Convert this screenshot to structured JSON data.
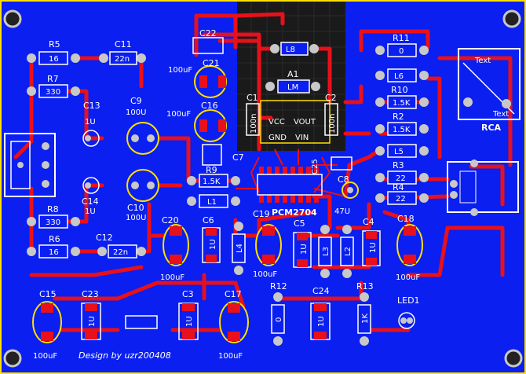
{
  "board": {
    "background": "#0a1ff0",
    "copper_color": "#e8101a",
    "silkscreen_color": "#ffffff",
    "pad_color": "#c8c8c8",
    "chip_label": "PCM2704",
    "credit": "Design by uzr200408",
    "rca_label": "RCA",
    "top_tab_left": "Text",
    "top_tab_right": "Text"
  },
  "parts": {
    "r5": {
      "ref": "R5",
      "val": "16"
    },
    "r7": {
      "ref": "R7",
      "val": "330"
    },
    "r8": {
      "ref": "R8",
      "val": "330"
    },
    "r6": {
      "ref": "R6",
      "val": "16"
    },
    "c11": {
      "ref": "C11",
      "val": "22n"
    },
    "c12": {
      "ref": "C12",
      "val": "22n"
    },
    "c13": {
      "ref": "C13",
      "val": "1U"
    },
    "c14": {
      "ref": "C14",
      "val": "1U"
    },
    "c9": {
      "ref": "C9",
      "val": "100U"
    },
    "c10": {
      "ref": "C10",
      "val": "100U"
    },
    "c22": {
      "ref": "C22",
      "val": "100uF"
    },
    "c21": {
      "ref": "C21"
    },
    "c16": {
      "ref": "C16",
      "val": "100uF"
    },
    "c7": {
      "ref": "C7"
    },
    "r9": {
      "ref": "R9",
      "val": "1.5K"
    },
    "l1": {
      "ref": "L1"
    },
    "l8": {
      "ref": "L8"
    },
    "a1": {
      "ref": "A1",
      "val": "LM"
    },
    "c1": {
      "ref": "C1",
      "val": "100n"
    },
    "c2": {
      "ref": "C2",
      "val": "100n"
    },
    "c25": {
      "ref": "C25"
    },
    "c8": {
      "ref": "C8",
      "val": "47U"
    },
    "r11": {
      "ref": "R11",
      "val": "0"
    },
    "l6": {
      "ref": "L6"
    },
    "r10": {
      "ref": "R10",
      "val": "1.5K"
    },
    "r2": {
      "ref": "R2",
      "val": "1.5K"
    },
    "l5": {
      "ref": "L5"
    },
    "r3": {
      "ref": "R3",
      "val": "22"
    },
    "r4": {
      "ref": "R4",
      "val": "22"
    },
    "c20": {
      "ref": "C20",
      "val": "100uF"
    },
    "c6": {
      "ref": "C6",
      "val": "1U"
    },
    "l4": {
      "ref": "L4"
    },
    "c19": {
      "ref": "C19",
      "val": "100uF"
    },
    "c5": {
      "ref": "C5",
      "val": "1U"
    },
    "l3": {
      "ref": "L3"
    },
    "l2": {
      "ref": "L2"
    },
    "c4": {
      "ref": "C4",
      "val": "1U"
    },
    "c18": {
      "ref": "C18",
      "val": "100uF"
    },
    "c15": {
      "ref": "C15",
      "val": "100uF"
    },
    "c23": {
      "ref": "C23",
      "val": "1U"
    },
    "c3": {
      "ref": "C3",
      "val": "1U"
    },
    "c17": {
      "ref": "C17",
      "val": "100uF"
    },
    "r12": {
      "ref": "R12",
      "val": "0"
    },
    "c24": {
      "ref": "C24",
      "val": "1U"
    },
    "r13": {
      "ref": "R13",
      "val": "1K"
    },
    "led1": {
      "ref": "LED1"
    },
    "chip_pins": {
      "vcc": "VCC",
      "gnd": "GND",
      "vout": "VOUT",
      "vin": "VIN"
    }
  }
}
